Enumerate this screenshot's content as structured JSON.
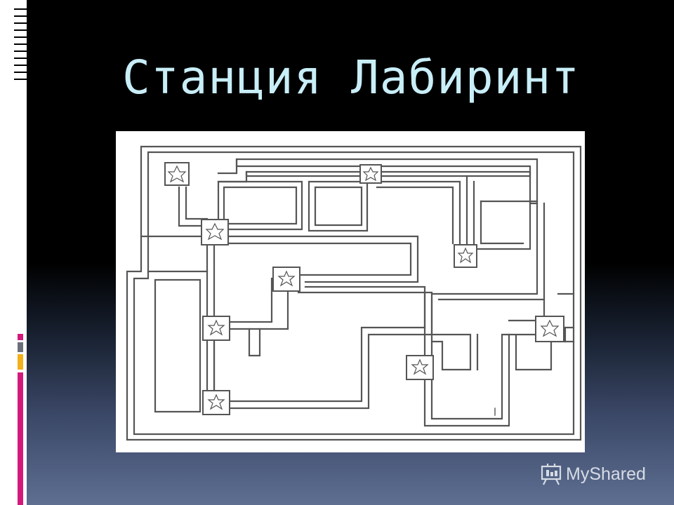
{
  "slide": {
    "title": "Станция Лабиринт",
    "background_top": "#000000",
    "background_bottom": "#5e6f92",
    "title_color": "#c8eef8"
  },
  "maze": {
    "line_color": "#555555",
    "background": "#ffffff",
    "star_count": 9
  },
  "watermark": {
    "label": "MyShared",
    "icon": "presentation-board-icon"
  },
  "decor": {
    "accent_colors": [
      "#d4197a",
      "#f2b01b",
      "#6a6f7a"
    ]
  }
}
